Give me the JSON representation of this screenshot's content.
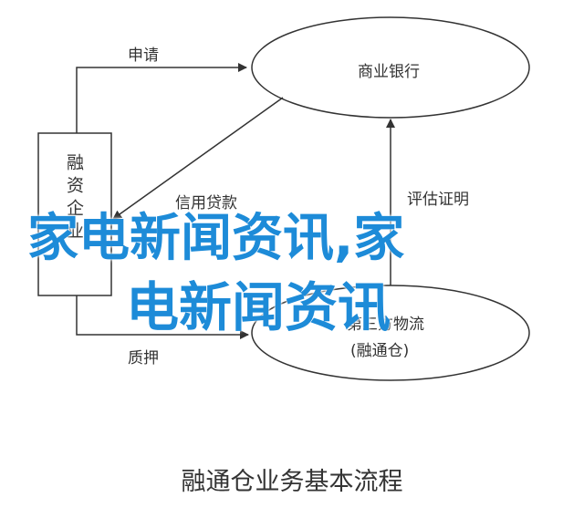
{
  "diagram": {
    "nodes": {
      "enterprise": "融资企业",
      "bank": "商业银行",
      "third_party_line1": "第三方物流",
      "third_party_line2": "(融通仓)"
    },
    "edges": {
      "apply": "申请",
      "credit_loan": "信用贷款",
      "credit_proof": "评估证明",
      "pledge": "质押"
    },
    "caption": "融通仓业务基本流程"
  },
  "overlay": {
    "line1": "家电新闻资讯,家",
    "line2": "电新闻资讯"
  },
  "colors": {
    "line": "#333333",
    "overlay_text": "#1d8bd8"
  }
}
